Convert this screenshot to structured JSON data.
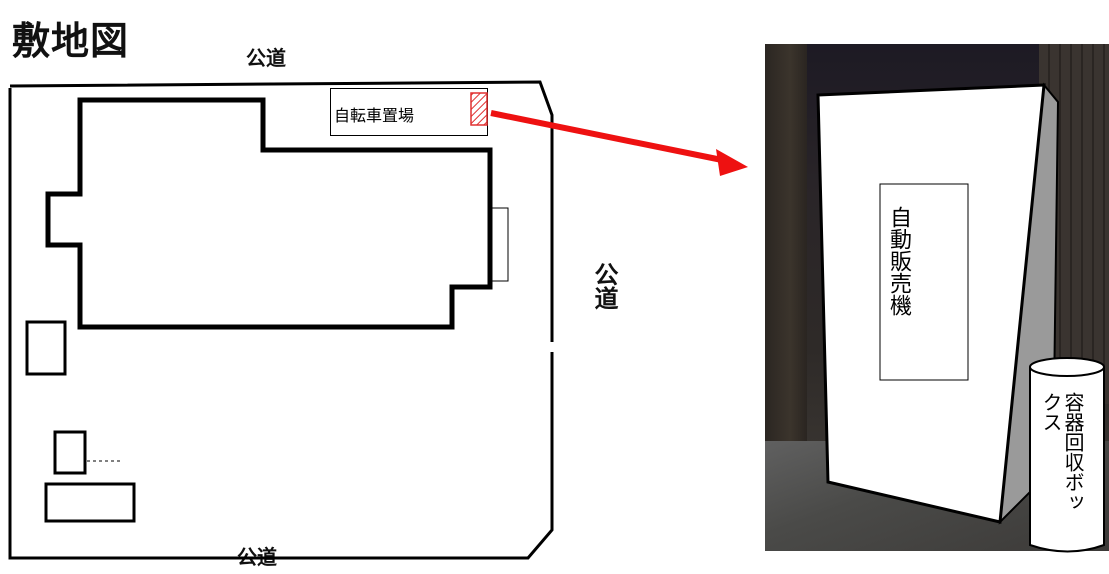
{
  "title": "敷地図",
  "roads": {
    "top": "公道",
    "right": "公道",
    "bottom": "公道"
  },
  "bike_parking": {
    "label": "自転車置場"
  },
  "vending_machine": {
    "label": "自動販売機"
  },
  "recycle_box": {
    "label": "容器回収ボックス"
  },
  "colors": {
    "arrow": "#ee1111",
    "marker": "#e03030",
    "line": "#000000"
  }
}
